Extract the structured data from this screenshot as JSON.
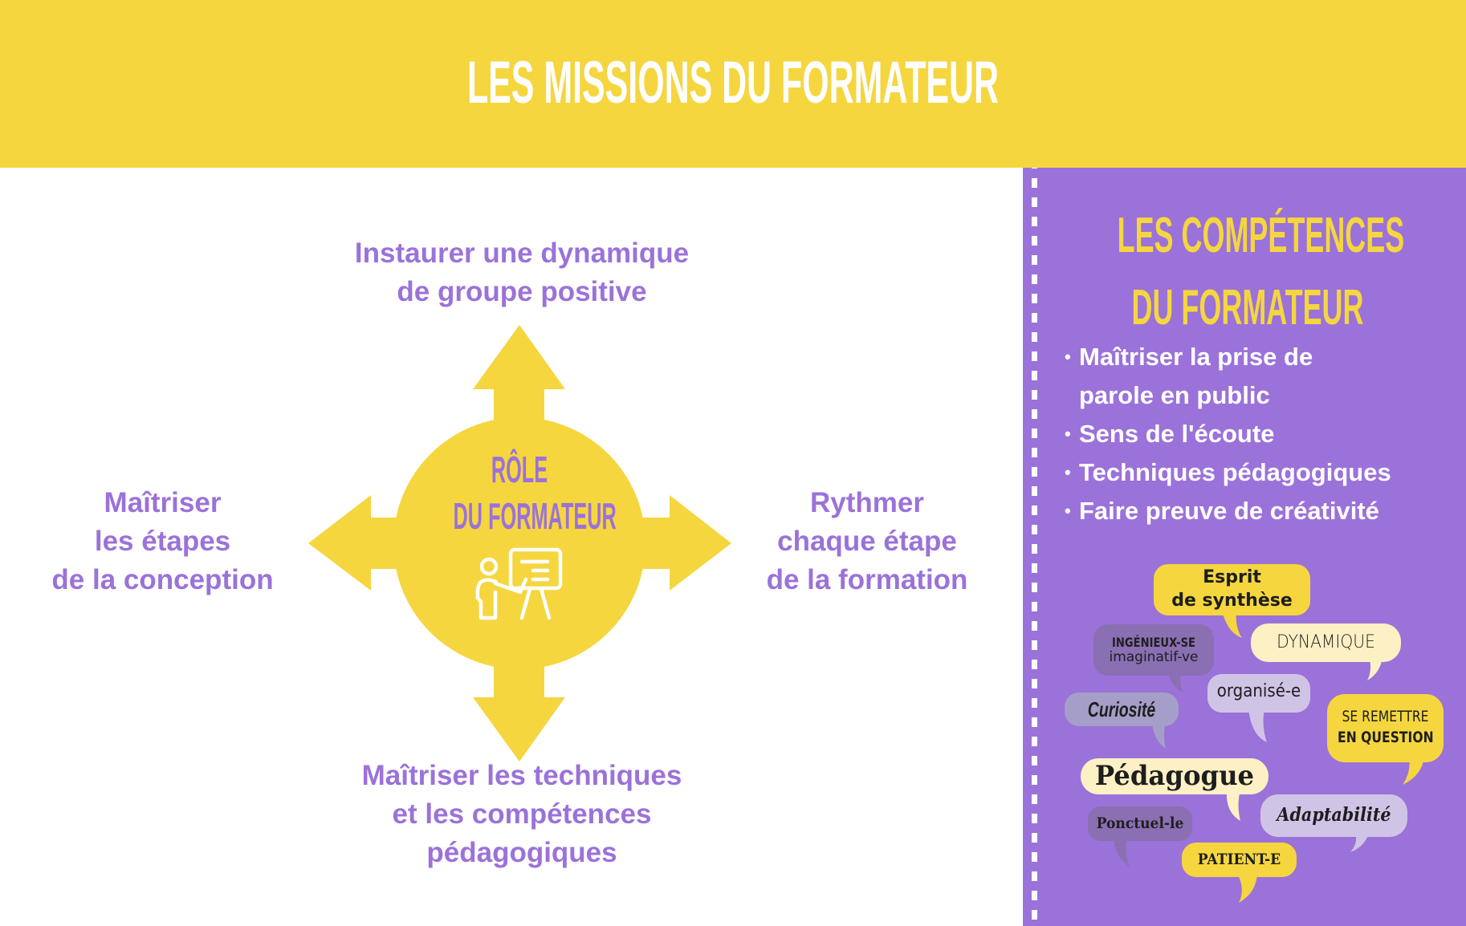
{
  "header": {
    "title": "LES MISSIONS DU FORMATEUR",
    "background_color": "#f5d63f",
    "text_color": "#ffffff"
  },
  "diagram": {
    "center": {
      "line1": "RÔLE",
      "line2": "DU FORMATEUR",
      "icon": "teacher-presentation-board-icon",
      "circle_color": "#f5d63f",
      "text_color": "#9b72d9"
    },
    "missions": {
      "top": [
        "Instaurer une dynamique",
        "de groupe positive"
      ],
      "left": [
        "Maîtriser",
        "les étapes",
        "de la conception"
      ],
      "right": [
        "Rythmer",
        "chaque étape",
        "de la formation"
      ],
      "bottom": [
        "Maîtriser les techniques",
        "et les compétences",
        "pédagogiques"
      ]
    },
    "arrow_directions": [
      "up",
      "left",
      "right",
      "down"
    ],
    "text_color": "#9b72d9"
  },
  "panel": {
    "title_line1": "LES COMPÉTENCES",
    "title_line2": "DU FORMATEUR",
    "background_color": "#9b72d9",
    "title_color": "#f5d63f",
    "bullet": "•",
    "skills": [
      [
        "Maîtriser la prise de",
        "parole en public"
      ],
      [
        "Sens de l'écoute"
      ],
      [
        "Techniques pédagogiques"
      ],
      [
        "Faire preuve de créativité"
      ]
    ],
    "bubbles": [
      {
        "lines": [
          "Esprit",
          "de synthèse"
        ],
        "color": "#f5d63f"
      },
      {
        "lines": [
          "INGÉNIEUX-SE",
          "imaginatif-ve"
        ],
        "color": "#8a6fb3"
      },
      {
        "lines": [
          "DYNAMIQUE"
        ],
        "color": "#fdf0c4"
      },
      {
        "lines": [
          "organisé-e"
        ],
        "color": "#d0c4e6"
      },
      {
        "lines": [
          "Curiosité"
        ],
        "color": "#a59ec9"
      },
      {
        "lines": [
          "SE REMETTRE",
          "EN QUESTION"
        ],
        "color": "#f5d63f"
      },
      {
        "lines": [
          "Pédagogue"
        ],
        "color": "#fdf0c4"
      },
      {
        "lines": [
          "Adaptabilité"
        ],
        "color": "#d0c4e6"
      },
      {
        "lines": [
          "Ponctuel-le"
        ],
        "color": "#8a6fb3"
      },
      {
        "lines": [
          "PATIENT-E"
        ],
        "color": "#f5d63f"
      }
    ]
  }
}
